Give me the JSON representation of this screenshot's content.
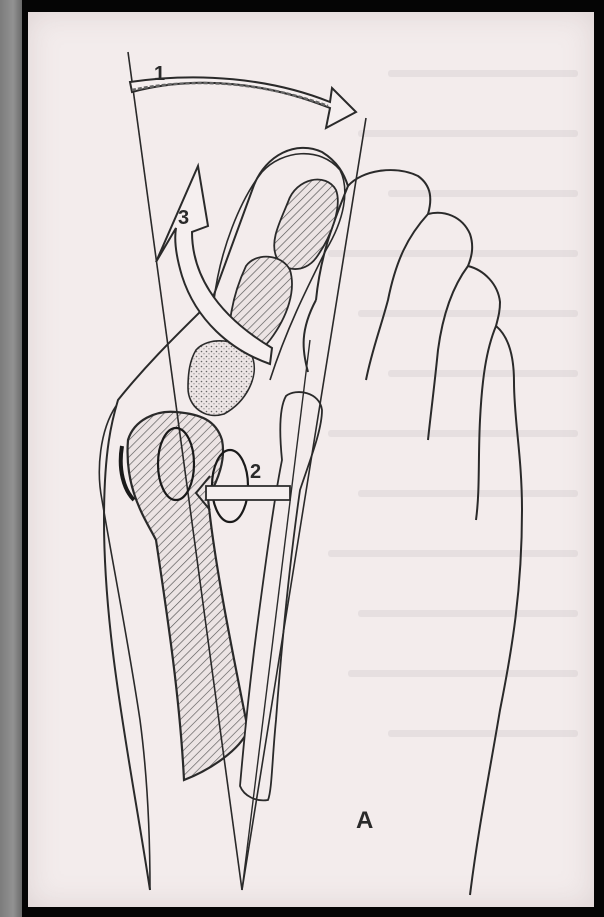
{
  "labels": {
    "motion_1": "1",
    "motion_2": "2",
    "motion_3": "3",
    "panel": "A"
  }
}
